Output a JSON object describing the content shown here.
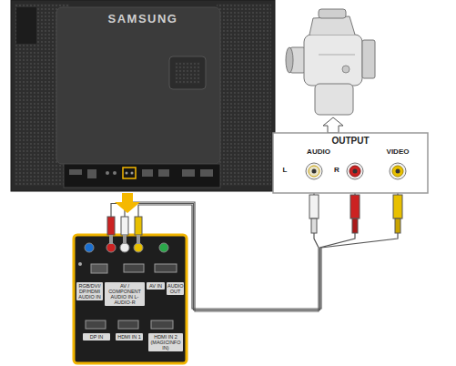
{
  "diagram": {
    "nodes": [
      {
        "text": [
          "SAMSUNG"
        ]
      },
      {
        "text": [
          "RGB/DVI/ DP/HDMI AUDIO IN",
          "AV / COMPONENT AUDIO IN L-AUDIO-R",
          "AV IN",
          "AUDIO OUT",
          "DP IN",
          "HDMI IN 1",
          "HDMI IN 2 (MAGICINFO IN)"
        ]
      },
      {
        "text": [
          "OUTPUT",
          "AUDIO",
          "VIDEO",
          "L",
          "R"
        ]
      }
    ],
    "edges": [
      {
        "from": 2,
        "to": 1,
        "arrow": "none"
      },
      {
        "from": 2,
        "to": 1,
        "arrow": "none"
      },
      {
        "from": 2,
        "to": 1,
        "arrow": "none"
      }
    ]
  }
}
